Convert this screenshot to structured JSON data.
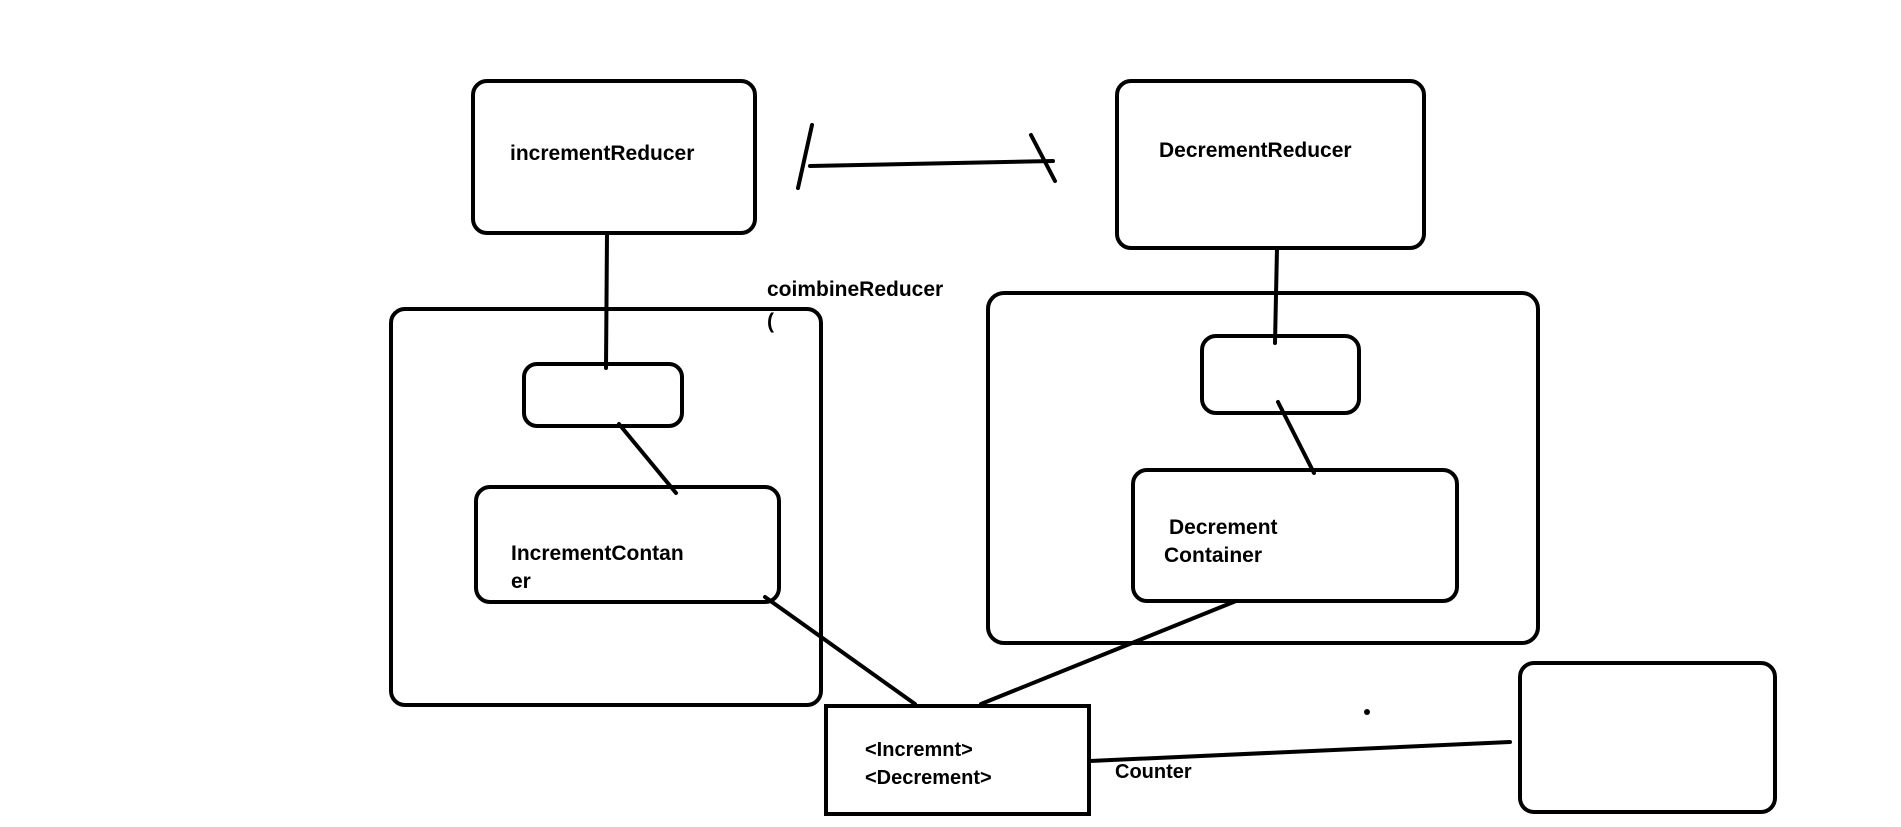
{
  "diagram": {
    "nodes": {
      "increment_reducer": {
        "label": "incrementReducer"
      },
      "decrement_reducer": {
        "label": "DecrementReducer"
      },
      "combine_reducer": {
        "label_line1": "coimbineReducer",
        "label_line2": "("
      },
      "increment_container": {
        "label_line1": "IncrementContan",
        "label_line2": "er"
      },
      "decrement_container": {
        "label_line1": "Decrement",
        "label_line2": "Container"
      },
      "counter_component": {
        "label_line1": "<Incremnt>",
        "label_line2": "<Decrement>"
      },
      "counter": {
        "label": "Counter"
      }
    },
    "colors": {
      "stroke": "#000000",
      "background": "#ffffff"
    }
  }
}
